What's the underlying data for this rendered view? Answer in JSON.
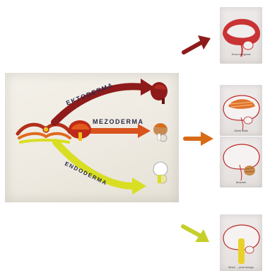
{
  "main_diagram": {
    "labels": {
      "ectoderm": "EKTODERMA",
      "mesoderm": "MEZODERMA",
      "endoderm": "ENDODERMA"
    },
    "colors": {
      "ectoderm": "#8e1a1a",
      "mesoderm": "#d9531e",
      "endoderm": "#d8de22",
      "label_text": "#2a2a4a"
    }
  },
  "side_arrows": {
    "colors": {
      "top": "#8e1a1a",
      "middle": "#d96a16",
      "bottom": "#c6cf2a"
    }
  },
  "cards": [
    {
      "caption": "Kora mózgowa"
    },
    {
      "caption": "Mózk biała"
    },
    {
      "caption": "Mózdek"
    },
    {
      "caption": "Mózk ... pnia mózgu"
    }
  ]
}
